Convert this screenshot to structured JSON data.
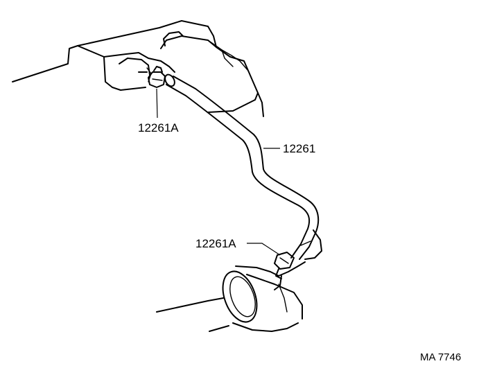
{
  "callouts": {
    "clamp_upper": "12261A",
    "hose": "12261",
    "clamp_lower": "12261A"
  },
  "reference_code": "MA 7746",
  "colors": {
    "ink": "#000000",
    "paper": "#ffffff"
  }
}
